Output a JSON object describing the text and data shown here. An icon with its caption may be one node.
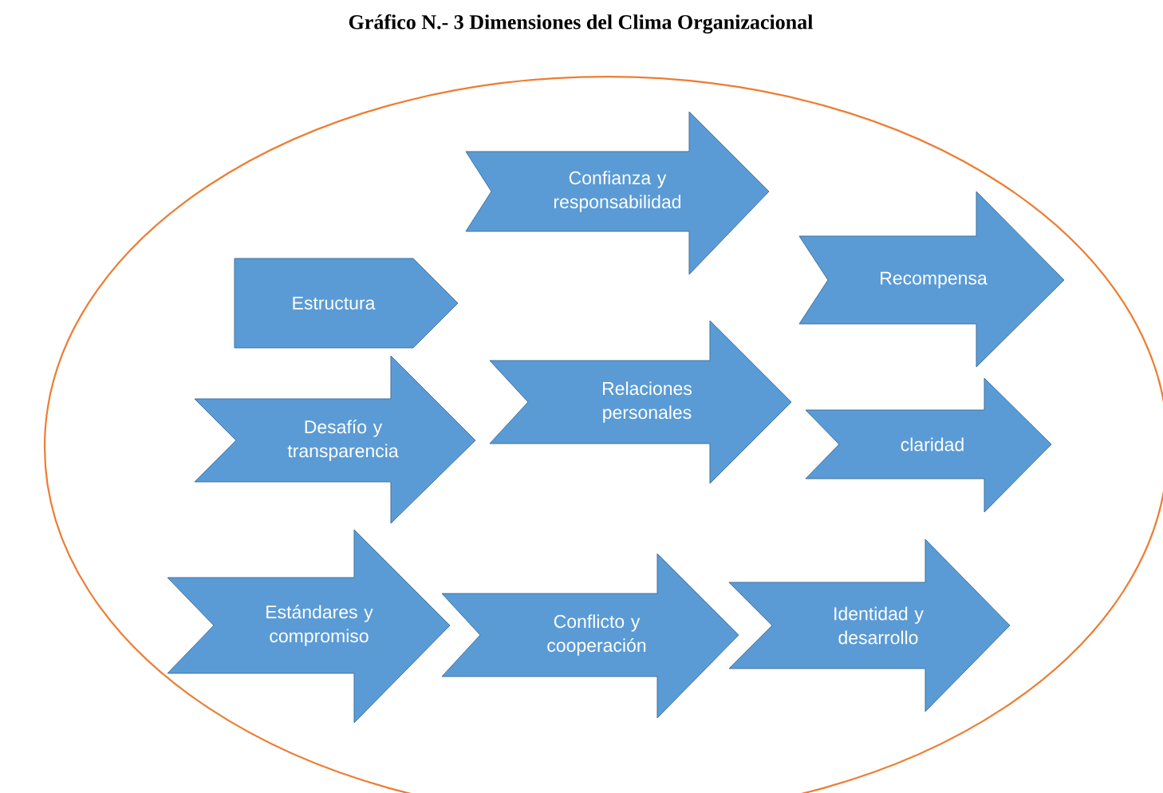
{
  "diagram": {
    "title": "Gráfico N.- 3 Dimensiones del Clima Organizacional",
    "nodes": [
      {
        "text": [],
        "shape": "ellipse"
      },
      {
        "text": [
          "Confianza y responsabilidad"
        ],
        "in": 0
      },
      {
        "text": [
          "Recompensa"
        ],
        "in": 0
      },
      {
        "text": [
          "Estructura"
        ],
        "in": 0
      },
      {
        "text": [
          "Desafío y transparencia"
        ],
        "in": 0
      },
      {
        "text": [
          "Relaciones personales"
        ],
        "in": 0
      },
      {
        "text": [
          "claridad"
        ],
        "in": 0
      },
      {
        "text": [
          "Estándares y compromiso"
        ],
        "in": 0
      },
      {
        "text": [
          "Conflicto y cooperación"
        ],
        "in": 0
      },
      {
        "text": [
          "Identidad y desarrollo"
        ],
        "in": 0
      }
    ]
  }
}
